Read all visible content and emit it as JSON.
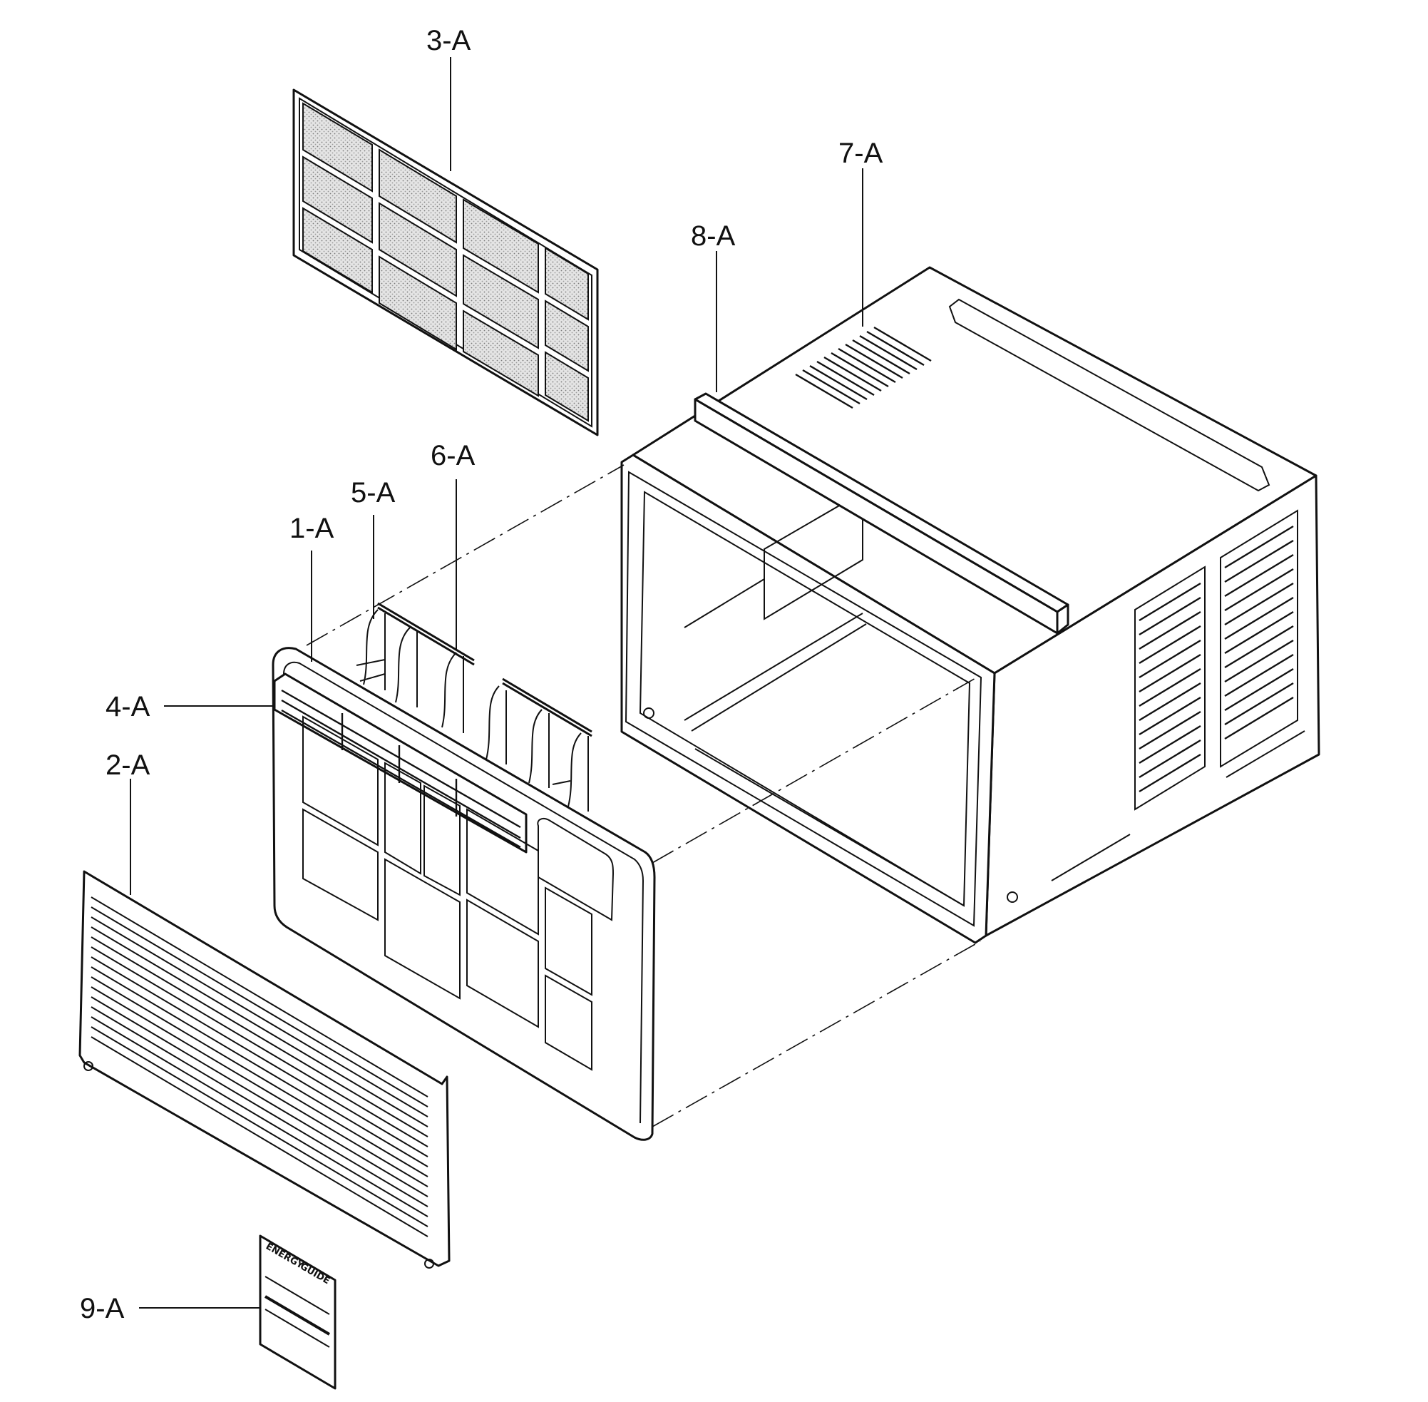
{
  "parts": [
    {
      "id": "1-A"
    },
    {
      "id": "2-A"
    },
    {
      "id": "3-A"
    },
    {
      "id": "4-A"
    },
    {
      "id": "5-A"
    },
    {
      "id": "6-A"
    },
    {
      "id": "7-A"
    },
    {
      "id": "8-A"
    },
    {
      "id": "9-A"
    }
  ],
  "energy_label": {
    "line1": "ENERGY",
    "line2": "GUIDE"
  }
}
